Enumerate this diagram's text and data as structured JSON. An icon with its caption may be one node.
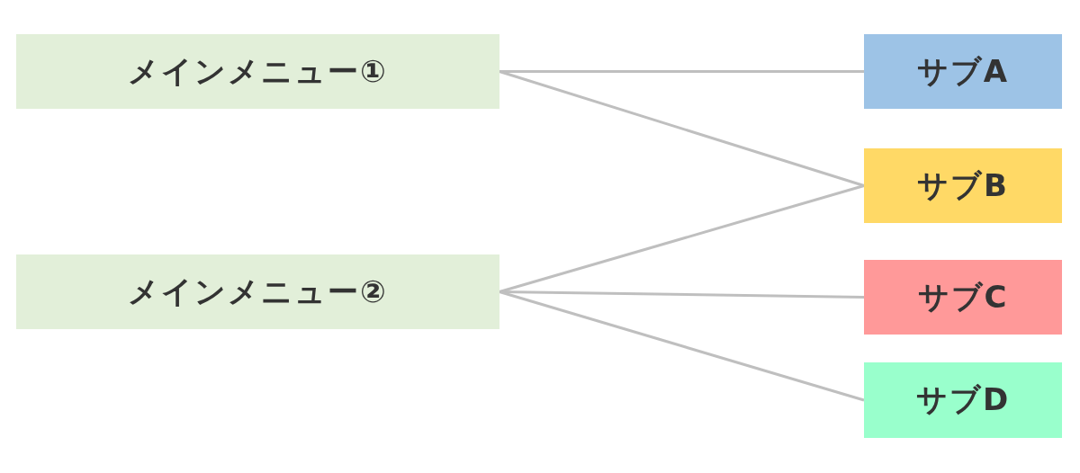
{
  "diagram": {
    "nodes": [
      {
        "text": [
          "メインメニュー①"
        ]
      },
      {
        "text": [
          "メインメニュー②"
        ]
      },
      {
        "text": [
          "サブA"
        ]
      },
      {
        "text": [
          "サブB"
        ]
      },
      {
        "text": [
          "サブC"
        ]
      },
      {
        "text": [
          "サブD"
        ]
      }
    ],
    "edges": [
      {
        "from": 0,
        "to": 2,
        "arrow": "none"
      },
      {
        "from": 0,
        "to": 3,
        "arrow": "none"
      },
      {
        "from": 1,
        "to": 3,
        "arrow": "none"
      },
      {
        "from": 1,
        "to": 4,
        "arrow": "none"
      },
      {
        "from": 1,
        "to": 5,
        "arrow": "none"
      }
    ]
  }
}
